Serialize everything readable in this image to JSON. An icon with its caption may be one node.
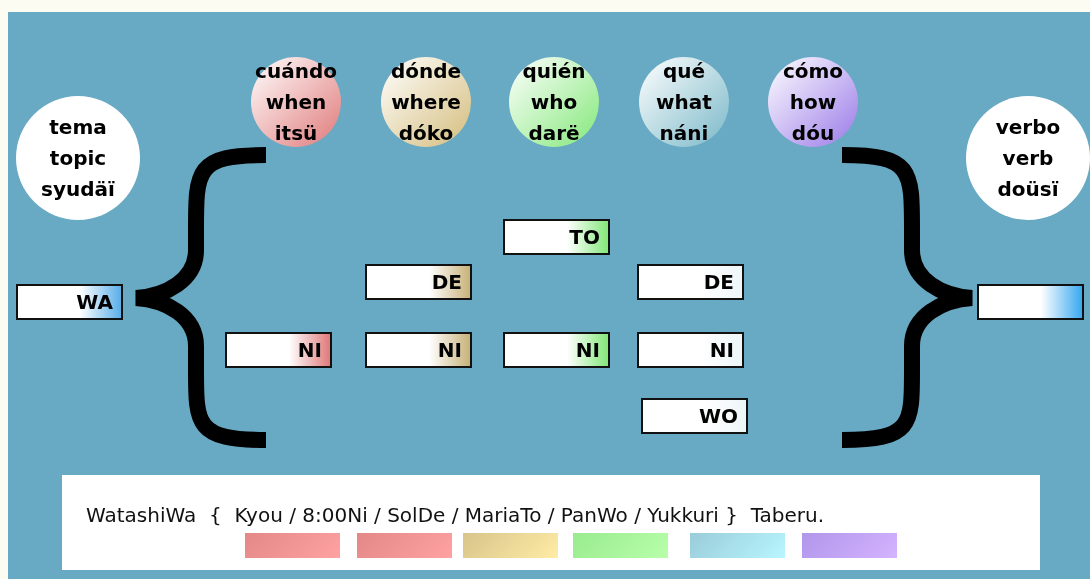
{
  "diagram": {
    "nodes": [
      {
        "text": [
          "cuándo",
          "when",
          "itsü"
        ]
      },
      {
        "text": [
          "dónde",
          "where",
          "dóko"
        ]
      },
      {
        "text": [
          "quién",
          "who",
          "darë"
        ]
      },
      {
        "text": [
          "qué",
          "what",
          "náni"
        ]
      },
      {
        "text": [
          "cómo",
          "how",
          "dóu"
        ]
      },
      {
        "text": [
          "tema",
          "topic",
          "syudäï"
        ]
      },
      {
        "text": [
          "verbo",
          "verb",
          "doüsï"
        ]
      },
      {
        "text": [
          "TO"
        ]
      },
      {
        "text": [
          "DE"
        ]
      },
      {
        "text": [
          "DE"
        ]
      },
      {
        "text": [
          "WA"
        ]
      },
      {
        "text": [],
        "shape": "box"
      },
      {
        "text": [
          "NI"
        ]
      },
      {
        "text": [
          "NI"
        ]
      },
      {
        "text": [
          "NI"
        ]
      },
      {
        "text": [
          "NI"
        ]
      },
      {
        "text": [
          "WO"
        ]
      },
      {
        "text": [
          "WatashiWa  {  Kyou / 8:00Ni / SolDe / MariaTo / PanWo / Yukkuri }  Taberu."
        ]
      },
      {
        "text": [],
        "shape": "bar",
        "in": 17
      },
      {
        "text": [],
        "shape": "bar",
        "in": 17
      },
      {
        "text": [],
        "shape": "bar",
        "in": 17
      },
      {
        "text": [],
        "shape": "bar",
        "in": 17
      },
      {
        "text": [],
        "shape": "bar",
        "in": 17
      },
      {
        "text": [],
        "shape": "bar",
        "in": 17
      }
    ],
    "edges": []
  }
}
